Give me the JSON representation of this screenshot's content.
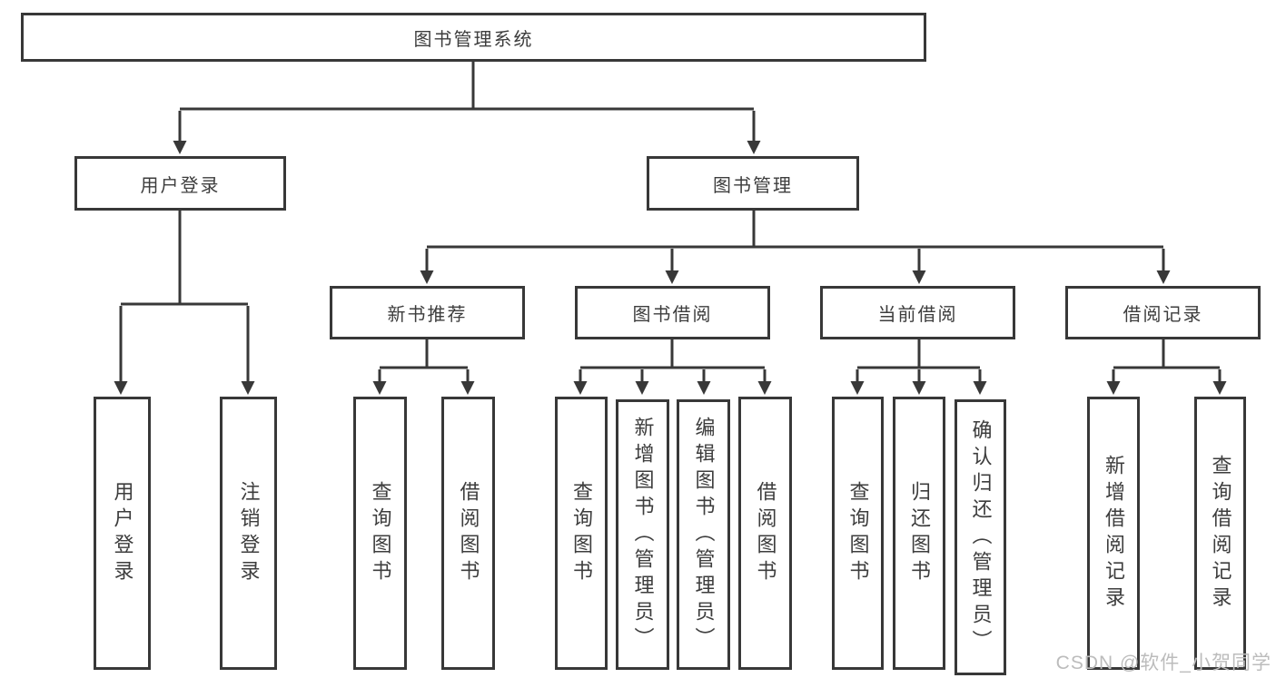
{
  "colors": {
    "line": "#383838",
    "text": "#3d3d3d",
    "background": "#ffffff",
    "watermark": "#bcbcbc"
  },
  "watermark": "CSDN @软件_小贺同学",
  "tree": {
    "root": {
      "label": "图书管理系统"
    },
    "branches": [
      {
        "label": "用户登录",
        "children": [
          {
            "label": "用户登录"
          },
          {
            "label": "注销登录"
          }
        ]
      },
      {
        "label": "图书管理",
        "children": [
          {
            "label": "新书推荐",
            "children": [
              {
                "label": "查询图书"
              },
              {
                "label": "借阅图书"
              }
            ]
          },
          {
            "label": "图书借阅",
            "children": [
              {
                "label": "查询图书"
              },
              {
                "label": "新增图书（管理员）"
              },
              {
                "label": "编辑图书（管理员）"
              },
              {
                "label": "借阅图书"
              }
            ]
          },
          {
            "label": "当前借阅",
            "children": [
              {
                "label": "查询图书"
              },
              {
                "label": "归还图书"
              },
              {
                "label": "确认归还（管理员）"
              }
            ]
          },
          {
            "label": "借阅记录",
            "children": [
              {
                "label": "新增借阅记录"
              },
              {
                "label": "查询借阅记录"
              }
            ]
          }
        ]
      }
    ]
  }
}
